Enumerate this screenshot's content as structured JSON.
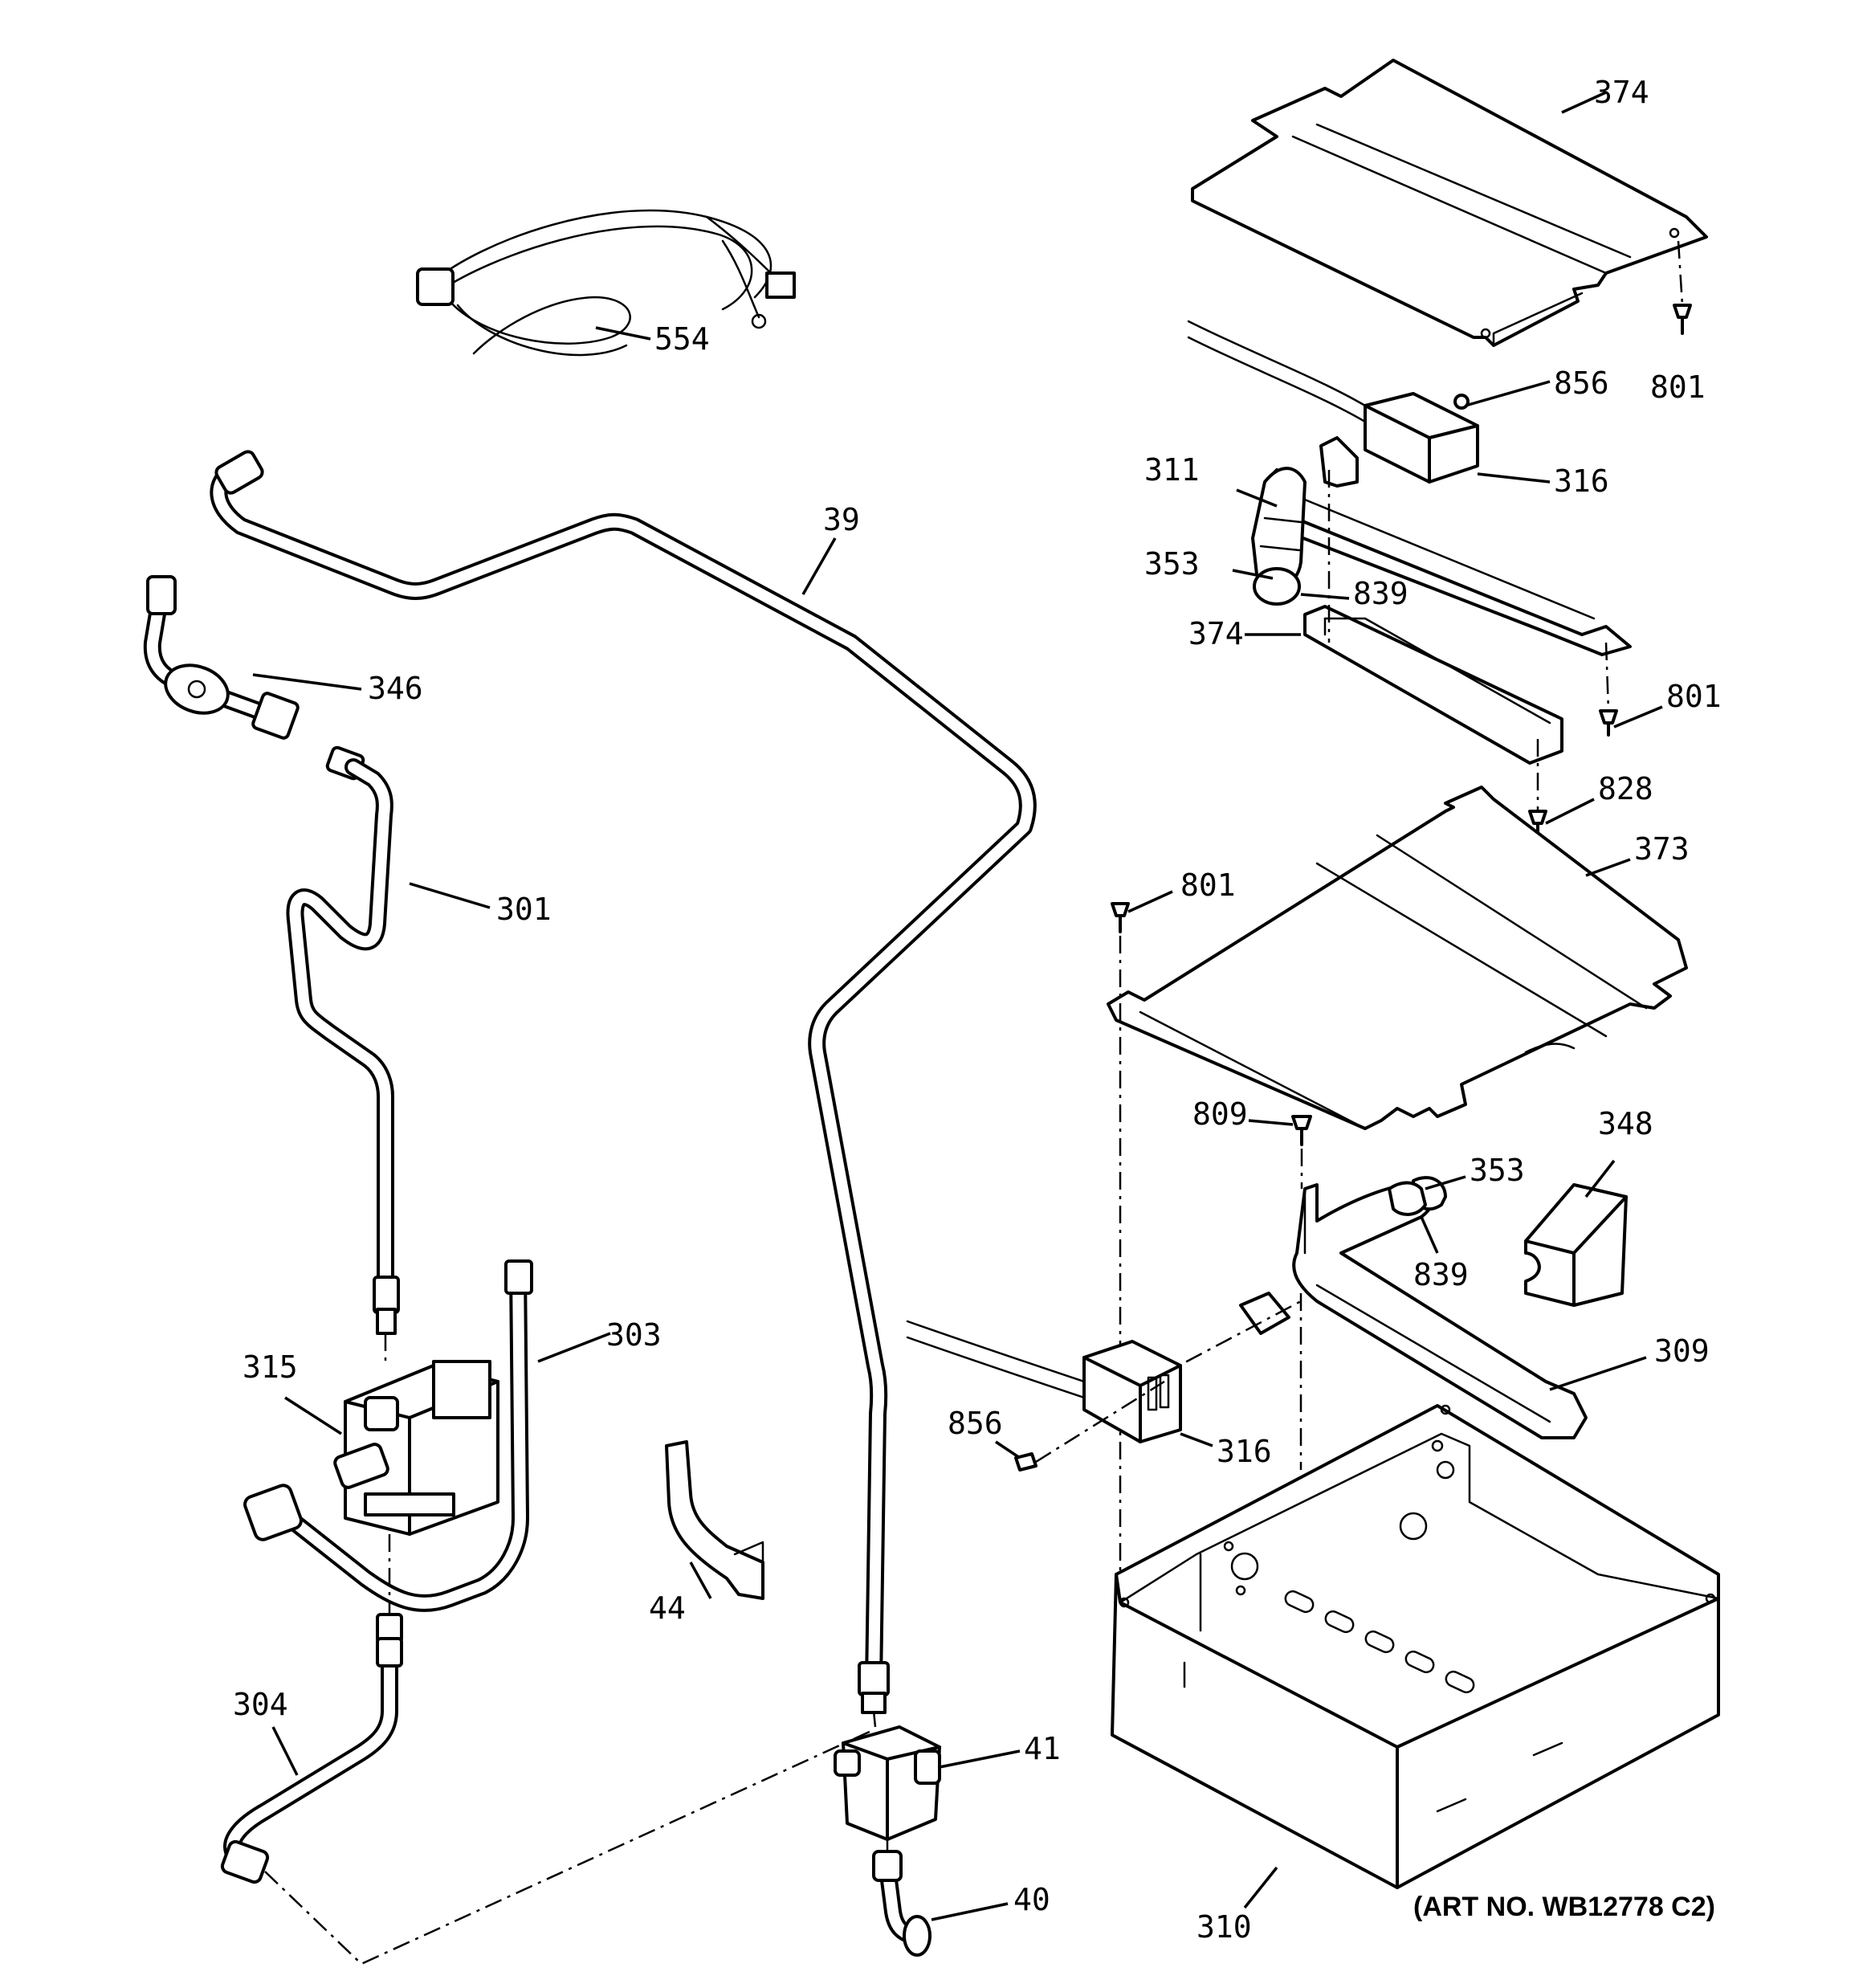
{
  "art_number": "(ART NO. WB12778 C2)",
  "callouts": {
    "p554": "554",
    "p39": "39",
    "p346": "346",
    "p301": "301",
    "p303": "303",
    "p315": "315",
    "p304": "304",
    "p44": "44",
    "p41": "41",
    "p40": "40",
    "p374_top": "374",
    "p801_a": "801",
    "p856_a": "856",
    "p316_a": "316",
    "p311": "311",
    "p353_a": "353",
    "p839_a": "839",
    "p374_b": "374",
    "p801_b": "801",
    "p828": "828",
    "p373": "373",
    "p801_c": "801",
    "p809": "809",
    "p348": "348",
    "p353_b": "353",
    "p839_b": "839",
    "p309": "309",
    "p856_b": "856",
    "p316_b": "316",
    "p310": "310"
  }
}
